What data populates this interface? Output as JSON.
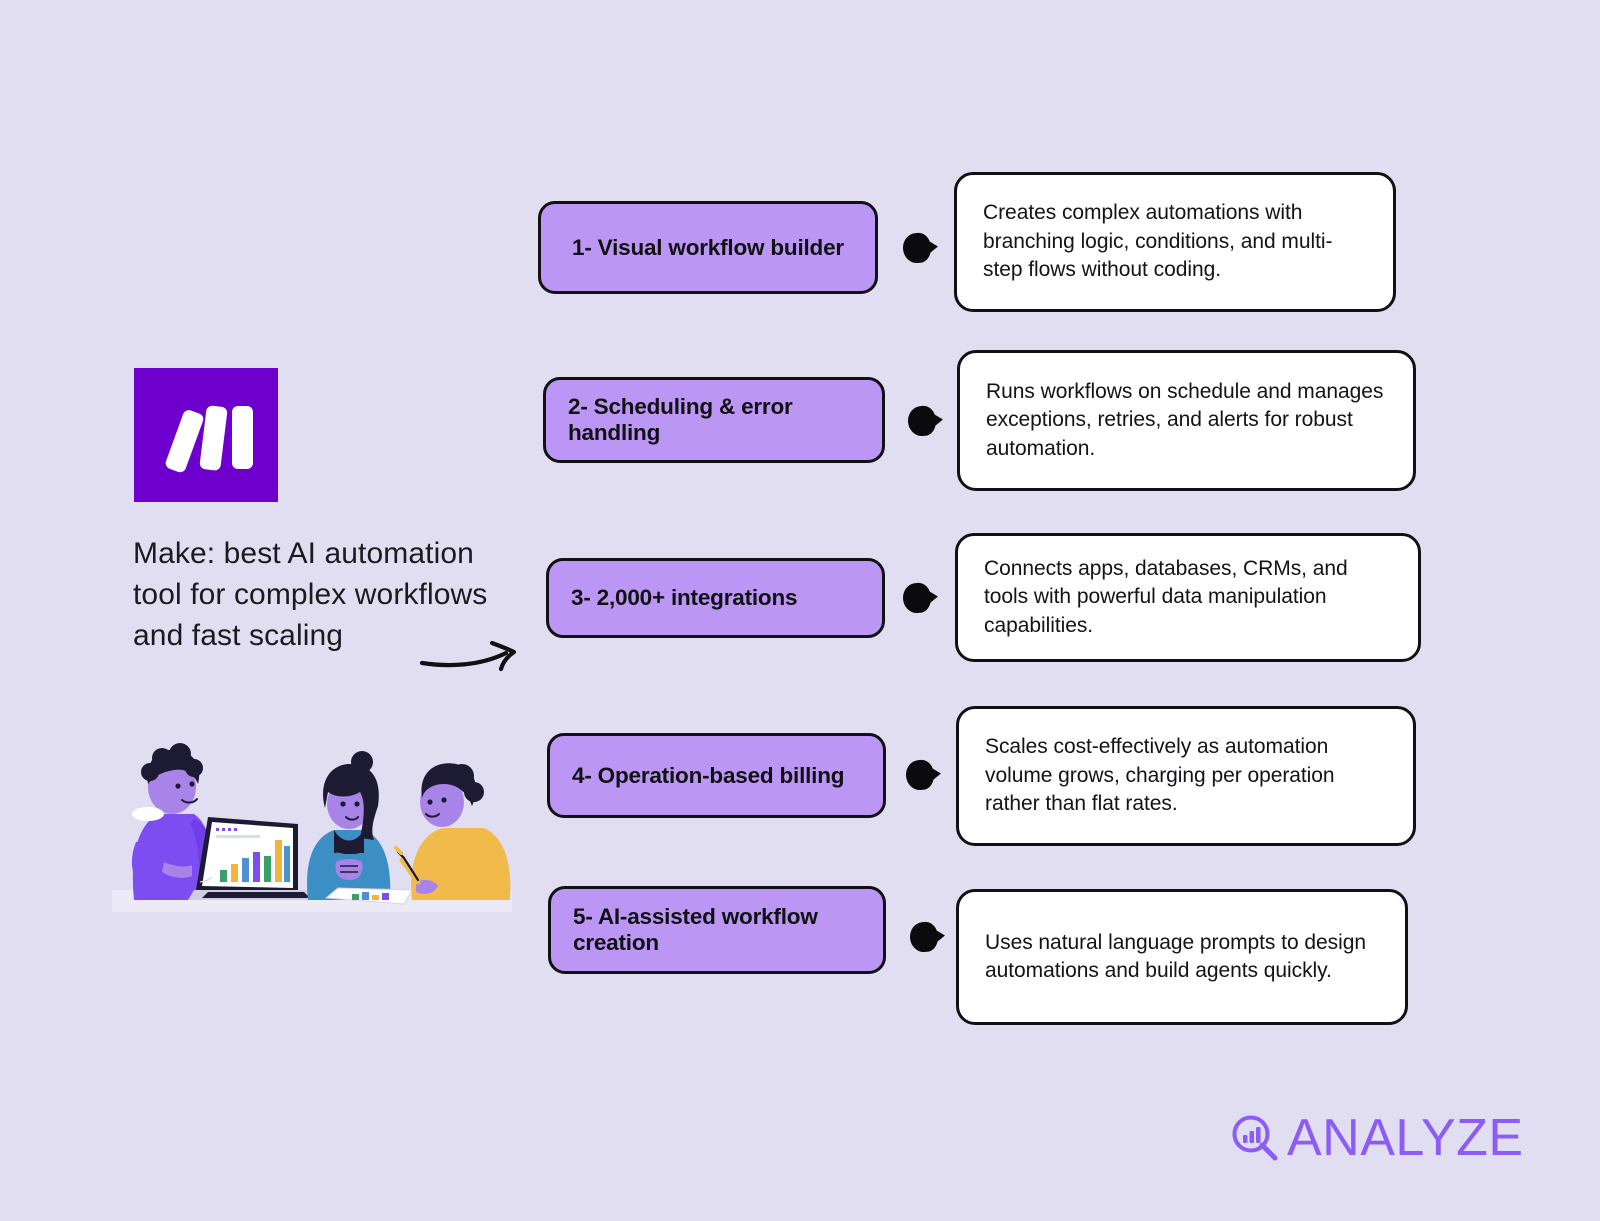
{
  "theme": {
    "background": "#e0def0",
    "label_box_fill": "#bb96f5",
    "desc_box_fill": "#ffffff",
    "outline": "#111114",
    "brand_purple": "#6e00cd",
    "accent_purple": "#8b5cf6"
  },
  "brand": {
    "logo_name": "make-logo",
    "title": "Make: best AI automation tool for complex workflows and fast scaling"
  },
  "illustration": {
    "name": "team-meeting-illustration",
    "alt": "Three colleagues at a table reviewing a bar chart on a laptop"
  },
  "arrow": {
    "name": "hand-drawn-arrow"
  },
  "rows": [
    {
      "number": "1",
      "label": "1- Visual workflow builder",
      "description": "Creates complex automations with branching logic, conditions, and multi-step flows without coding."
    },
    {
      "number": "2",
      "label": "2- Scheduling & error handling",
      "description": "Runs workflows on schedule and manages exceptions, retries, and alerts for robust automation."
    },
    {
      "number": "3",
      "label": "3- 2,000+ integrations",
      "description": "Connects apps, databases, CRMs, and tools with powerful data manipulation capabilities."
    },
    {
      "number": "4",
      "label": "4- Operation-based billing",
      "description": "Scales cost-effectively as automation volume grows, charging per operation rather than flat rates."
    },
    {
      "number": "5",
      "label": "5- AI-assisted workflow creation",
      "description": "Uses natural language prompts to design automations and build agents quickly."
    }
  ],
  "watermark": {
    "icon_name": "magnifier-bar-chart-icon",
    "text": "ANALYZE"
  }
}
